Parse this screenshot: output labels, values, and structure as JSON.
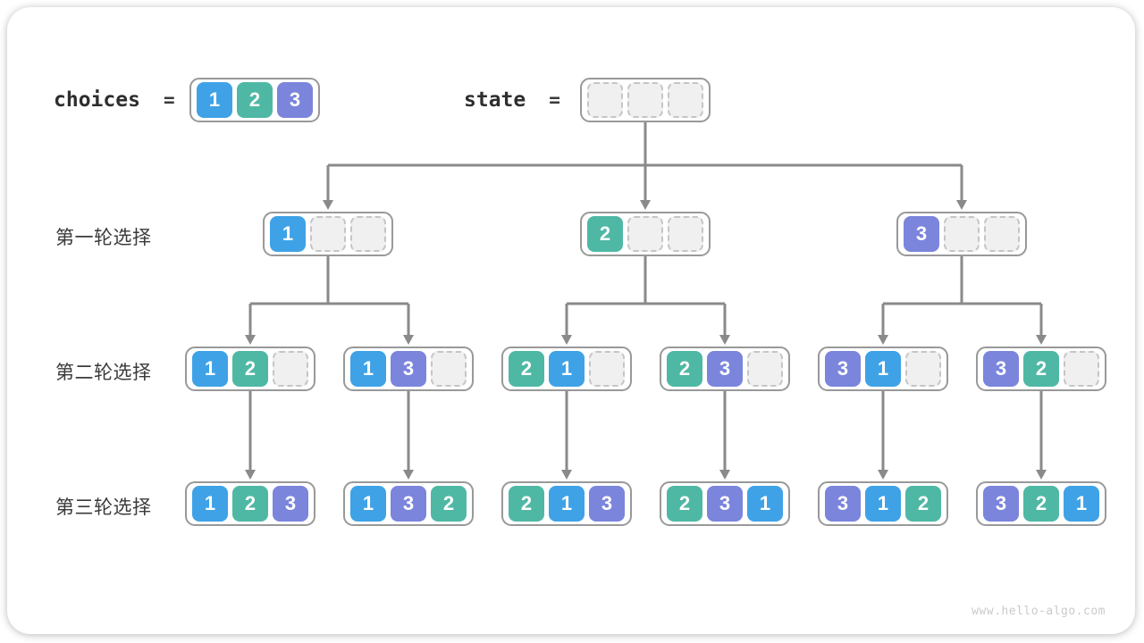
{
  "palette": {
    "value_colors": {
      "1": "#3fa2e6",
      "2": "#4fb8a5",
      "3": "#7b85dc"
    },
    "empty_cell_fill": "#f0f0f0",
    "empty_cell_border": "#c5c5c5",
    "node_border": "#999999",
    "arrow": "#8a8a8a"
  },
  "legend": {
    "choices_label": "choices",
    "equals": "=",
    "choices_values": [
      "1",
      "2",
      "3"
    ],
    "state_label": "state",
    "state_empty_slots": 3
  },
  "row_labels": [
    "第一轮选择",
    "第二轮选择",
    "第三轮选择"
  ],
  "tree": {
    "levels": [
      {
        "nodes": [
          [
            "1",
            null,
            null
          ],
          [
            "2",
            null,
            null
          ],
          [
            "3",
            null,
            null
          ]
        ]
      },
      {
        "nodes": [
          [
            "1",
            "2",
            null
          ],
          [
            "1",
            "3",
            null
          ],
          [
            "2",
            "1",
            null
          ],
          [
            "2",
            "3",
            null
          ],
          [
            "3",
            "1",
            null
          ],
          [
            "3",
            "2",
            null
          ]
        ]
      },
      {
        "nodes": [
          [
            "1",
            "2",
            "3"
          ],
          [
            "1",
            "3",
            "2"
          ],
          [
            "2",
            "1",
            "3"
          ],
          [
            "2",
            "3",
            "1"
          ],
          [
            "3",
            "1",
            "2"
          ],
          [
            "3",
            "2",
            "1"
          ]
        ]
      }
    ]
  },
  "watermark": "www.hello-algo.com"
}
